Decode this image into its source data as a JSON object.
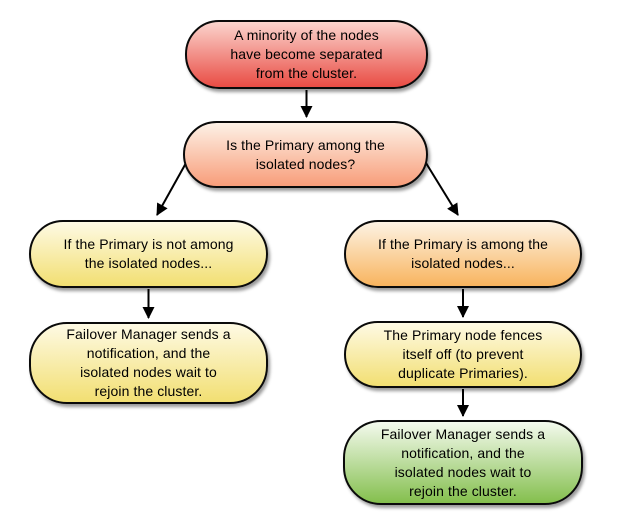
{
  "page": {
    "background_color": "#ffffff",
    "stroke_color": "#000000",
    "text_color": "#000000"
  },
  "diagram": {
    "type": "flowchart",
    "nodes": [
      {
        "id": "minority-separated",
        "lines": [
          "A minority of the nodes",
          "have become separated",
          "from the cluster."
        ],
        "fill_top": "#fbd4cd",
        "fill_bottom": "#e94c44"
      },
      {
        "id": "is-primary-among-isolated",
        "lines": [
          "Is the Primary among the",
          "isolated nodes?"
        ],
        "fill_top": "#fdf1e6",
        "fill_bottom": "#f89d7a"
      },
      {
        "id": "primary-not-among-isolated",
        "lines": [
          "If the Primary is not among",
          "the isolated nodes..."
        ],
        "fill_top": "#fefae4",
        "fill_bottom": "#f2df72"
      },
      {
        "id": "failover-notification-left",
        "lines": [
          "Failover Manager sends a",
          "notification, and the",
          "isolated nodes wait to",
          "rejoin the cluster."
        ],
        "fill_top": "#fefae4",
        "fill_bottom": "#f2df72"
      },
      {
        "id": "primary-among-isolated",
        "lines": [
          "If the Primary is among the",
          "isolated nodes..."
        ],
        "fill_top": "#fdf3e4",
        "fill_bottom": "#f8b45e"
      },
      {
        "id": "primary-fences-itself",
        "lines": [
          "The Primary node fences",
          "itself off (to prevent",
          "duplicate Primaries)."
        ],
        "fill_top": "#fefae4",
        "fill_bottom": "#f2df72"
      },
      {
        "id": "failover-notification-right",
        "lines": [
          "Failover Manager sends a",
          "notification, and the",
          "isolated nodes wait to",
          "rejoin the cluster."
        ],
        "fill_top": "#f4faee",
        "fill_bottom": "#84bf4d"
      }
    ],
    "edges": [
      {
        "from": "minority-separated",
        "to": "is-primary-among-isolated"
      },
      {
        "from": "is-primary-among-isolated",
        "to": "primary-not-among-isolated"
      },
      {
        "from": "is-primary-among-isolated",
        "to": "primary-among-isolated"
      },
      {
        "from": "primary-not-among-isolated",
        "to": "failover-notification-left"
      },
      {
        "from": "primary-among-isolated",
        "to": "primary-fences-itself"
      },
      {
        "from": "primary-fences-itself",
        "to": "failover-notification-right"
      }
    ]
  }
}
